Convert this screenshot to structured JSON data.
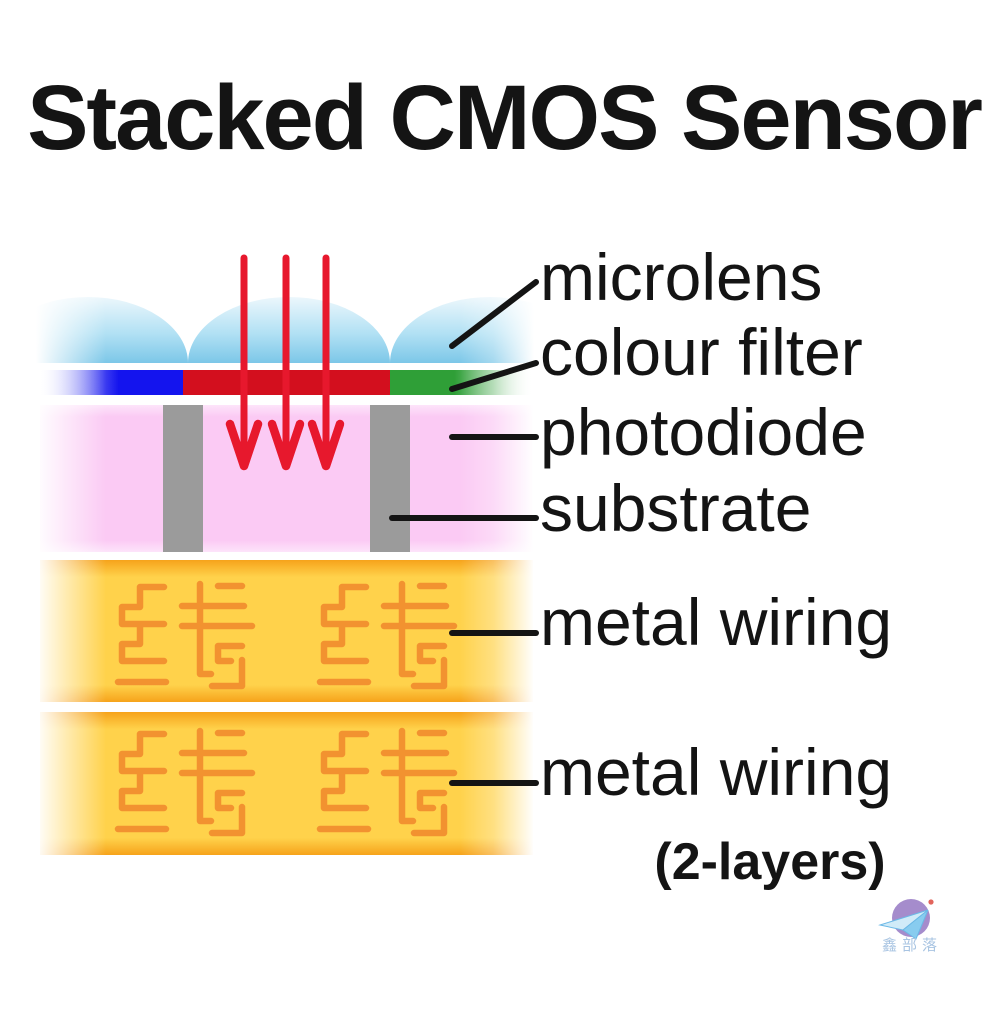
{
  "title": "Stacked CMOS Sensor",
  "diagram": {
    "type": "layer-diagram",
    "subject": "stacked CMOS image sensor cross-section",
    "labels": {
      "microlens": "microlens",
      "colour_filter": "colour filter",
      "photodiode": "photodiode",
      "substrate": "substrate",
      "metal_wiring_top": "metal wiring",
      "metal_wiring_bottom": "metal wiring",
      "layers_note": "(2-layers)"
    },
    "layers": [
      {
        "name": "microlens",
        "color": "#7cc7e8"
      },
      {
        "name": "colour filter",
        "segments": [
          {
            "colour": "blue",
            "color": "#1414ee"
          },
          {
            "colour": "red",
            "color": "#d30f1e"
          },
          {
            "colour": "green",
            "color": "#2f9f37"
          }
        ]
      },
      {
        "name": "photodiode",
        "color": "#fbcaf4"
      },
      {
        "name": "substrate",
        "color": "#9b9b9b"
      },
      {
        "name": "metal wiring",
        "color": "#ffd24b",
        "wire_color": "#f29230"
      },
      {
        "name": "metal wiring",
        "color": "#ffd24b",
        "wire_color": "#f29230"
      }
    ],
    "light_arrows": {
      "count": 3,
      "color": "#e7182d",
      "direction": "down"
    }
  },
  "watermark": {
    "text": "鑫部落",
    "circle_color": "#9e83c8",
    "plane_color": "#7ec8ee",
    "dot_color": "#e0574e",
    "text_color": "#a8c4e2"
  }
}
